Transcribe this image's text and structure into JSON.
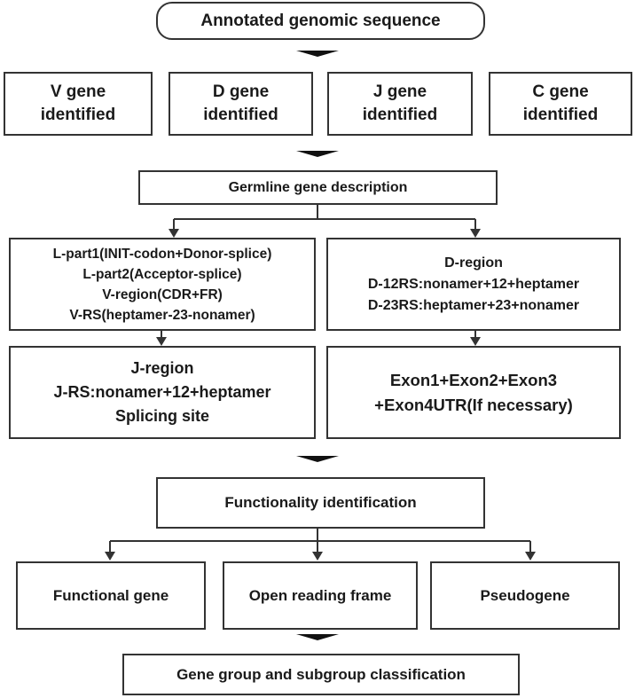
{
  "top": {
    "title": "Annotated genomic sequence"
  },
  "genes": [
    {
      "line1": "V gene",
      "line2": "identified"
    },
    {
      "line1": "D gene",
      "line2": "identified"
    },
    {
      "line1": "J gene",
      "line2": "identified"
    },
    {
      "line1": "C gene",
      "line2": "identified"
    }
  ],
  "germline": {
    "title": "Germline gene description"
  },
  "v_box": {
    "lines": [
      "L-part1(INIT-codon+Donor-splice)",
      "L-part2(Acceptor-splice)",
      "V-region(CDR+FR)",
      "V-RS(heptamer-23-nonamer)"
    ]
  },
  "d_box": {
    "lines": [
      "D-region",
      "D-12RS:nonamer+12+heptamer",
      "D-23RS:heptamer+23+nonamer"
    ]
  },
  "j_box": {
    "lines": [
      "J-region",
      "J-RS:nonamer+12+heptamer",
      "Splicing site"
    ]
  },
  "c_box": {
    "lines": [
      "Exon1+Exon2+Exon3",
      "+Exon4UTR(If necessary)"
    ]
  },
  "functionality": {
    "title": "Functionality identification"
  },
  "outcomes": [
    {
      "label": "Functional gene"
    },
    {
      "label": "Open reading frame"
    },
    {
      "label": "Pseudogene"
    }
  ],
  "classification": {
    "title": "Gene group and subgroup classification"
  },
  "colors": {
    "line": "#333333",
    "text": "#1a1a1a"
  }
}
